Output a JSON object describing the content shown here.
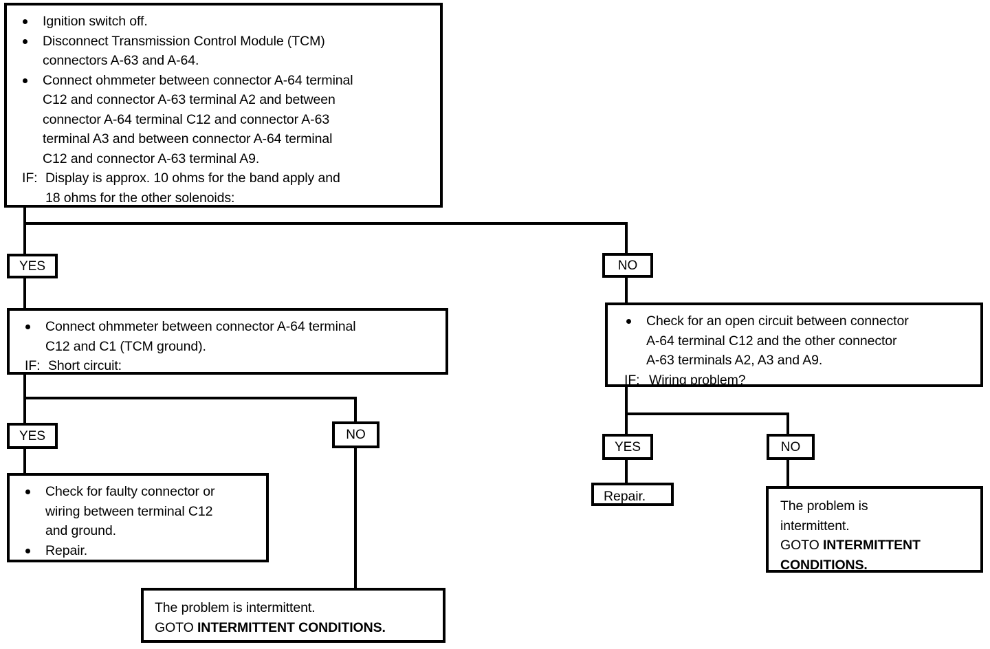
{
  "diagram": {
    "type": "diagnostic-flowchart",
    "title": "TCM Solenoid Circuit Resistance Diagnostic Flow",
    "line_color": "#000000",
    "box_fill": "#ffffff",
    "text_color": "#000000"
  },
  "nodes": {
    "start_test": {
      "bullets": [
        [
          "Ignition switch off."
        ],
        [
          "Disconnect Transmission Control Module (TCM)",
          "connectors A-63 and A-64."
        ],
        [
          "Connect ohmmeter between connector A-64 terminal",
          "C12 and connector A-63 terminal A2 and between",
          "connector A-64 terminal C12 and connector A-63",
          "terminal A3 and between connector A-64 terminal",
          "C12 and connector A-63 terminal A9."
        ]
      ],
      "if_label": "IF:",
      "if_lines": [
        "Display is approx. 10 ohms for the band apply and",
        "18 ohms for the other solenoids:"
      ]
    },
    "left_short_test": {
      "bullets": [
        [
          "Connect ohmmeter between connector A-64 terminal",
          "C12 and C1 (TCM ground)."
        ]
      ],
      "if_label": "IF:",
      "if_lines": [
        "Short circuit:"
      ]
    },
    "right_open_test": {
      "bullets": [
        [
          "Check for an open circuit between connector",
          "A-64 terminal C12 and the other connector",
          "A-63 terminals A2, A3 and A9."
        ]
      ],
      "if_label": "IF:",
      "if_lines": [
        "Wiring problem?"
      ]
    },
    "left_repair_action": {
      "bullets": [
        [
          "Check for faulty connector or",
          "wiring between terminal C12",
          "and ground."
        ],
        [
          "Repair."
        ]
      ]
    },
    "center_intermittent": {
      "line1": "The problem is intermittent.",
      "goto_prefix": "GOTO ",
      "goto_target": "INTERMITTENT CONDITIONS."
    },
    "right_repair": {
      "label": "Repair."
    },
    "right_intermittent": {
      "line1": "The problem is",
      "line2": "intermittent.",
      "goto_prefix": "GOTO ",
      "goto_target_line1": "INTERMITTENT",
      "goto_target_line2": "CONDITIONS."
    }
  },
  "decisions": {
    "top_yes": "YES",
    "top_no": "NO",
    "left_yes": "YES",
    "left_no": "NO",
    "right_yes": "YES",
    "right_no": "NO"
  }
}
